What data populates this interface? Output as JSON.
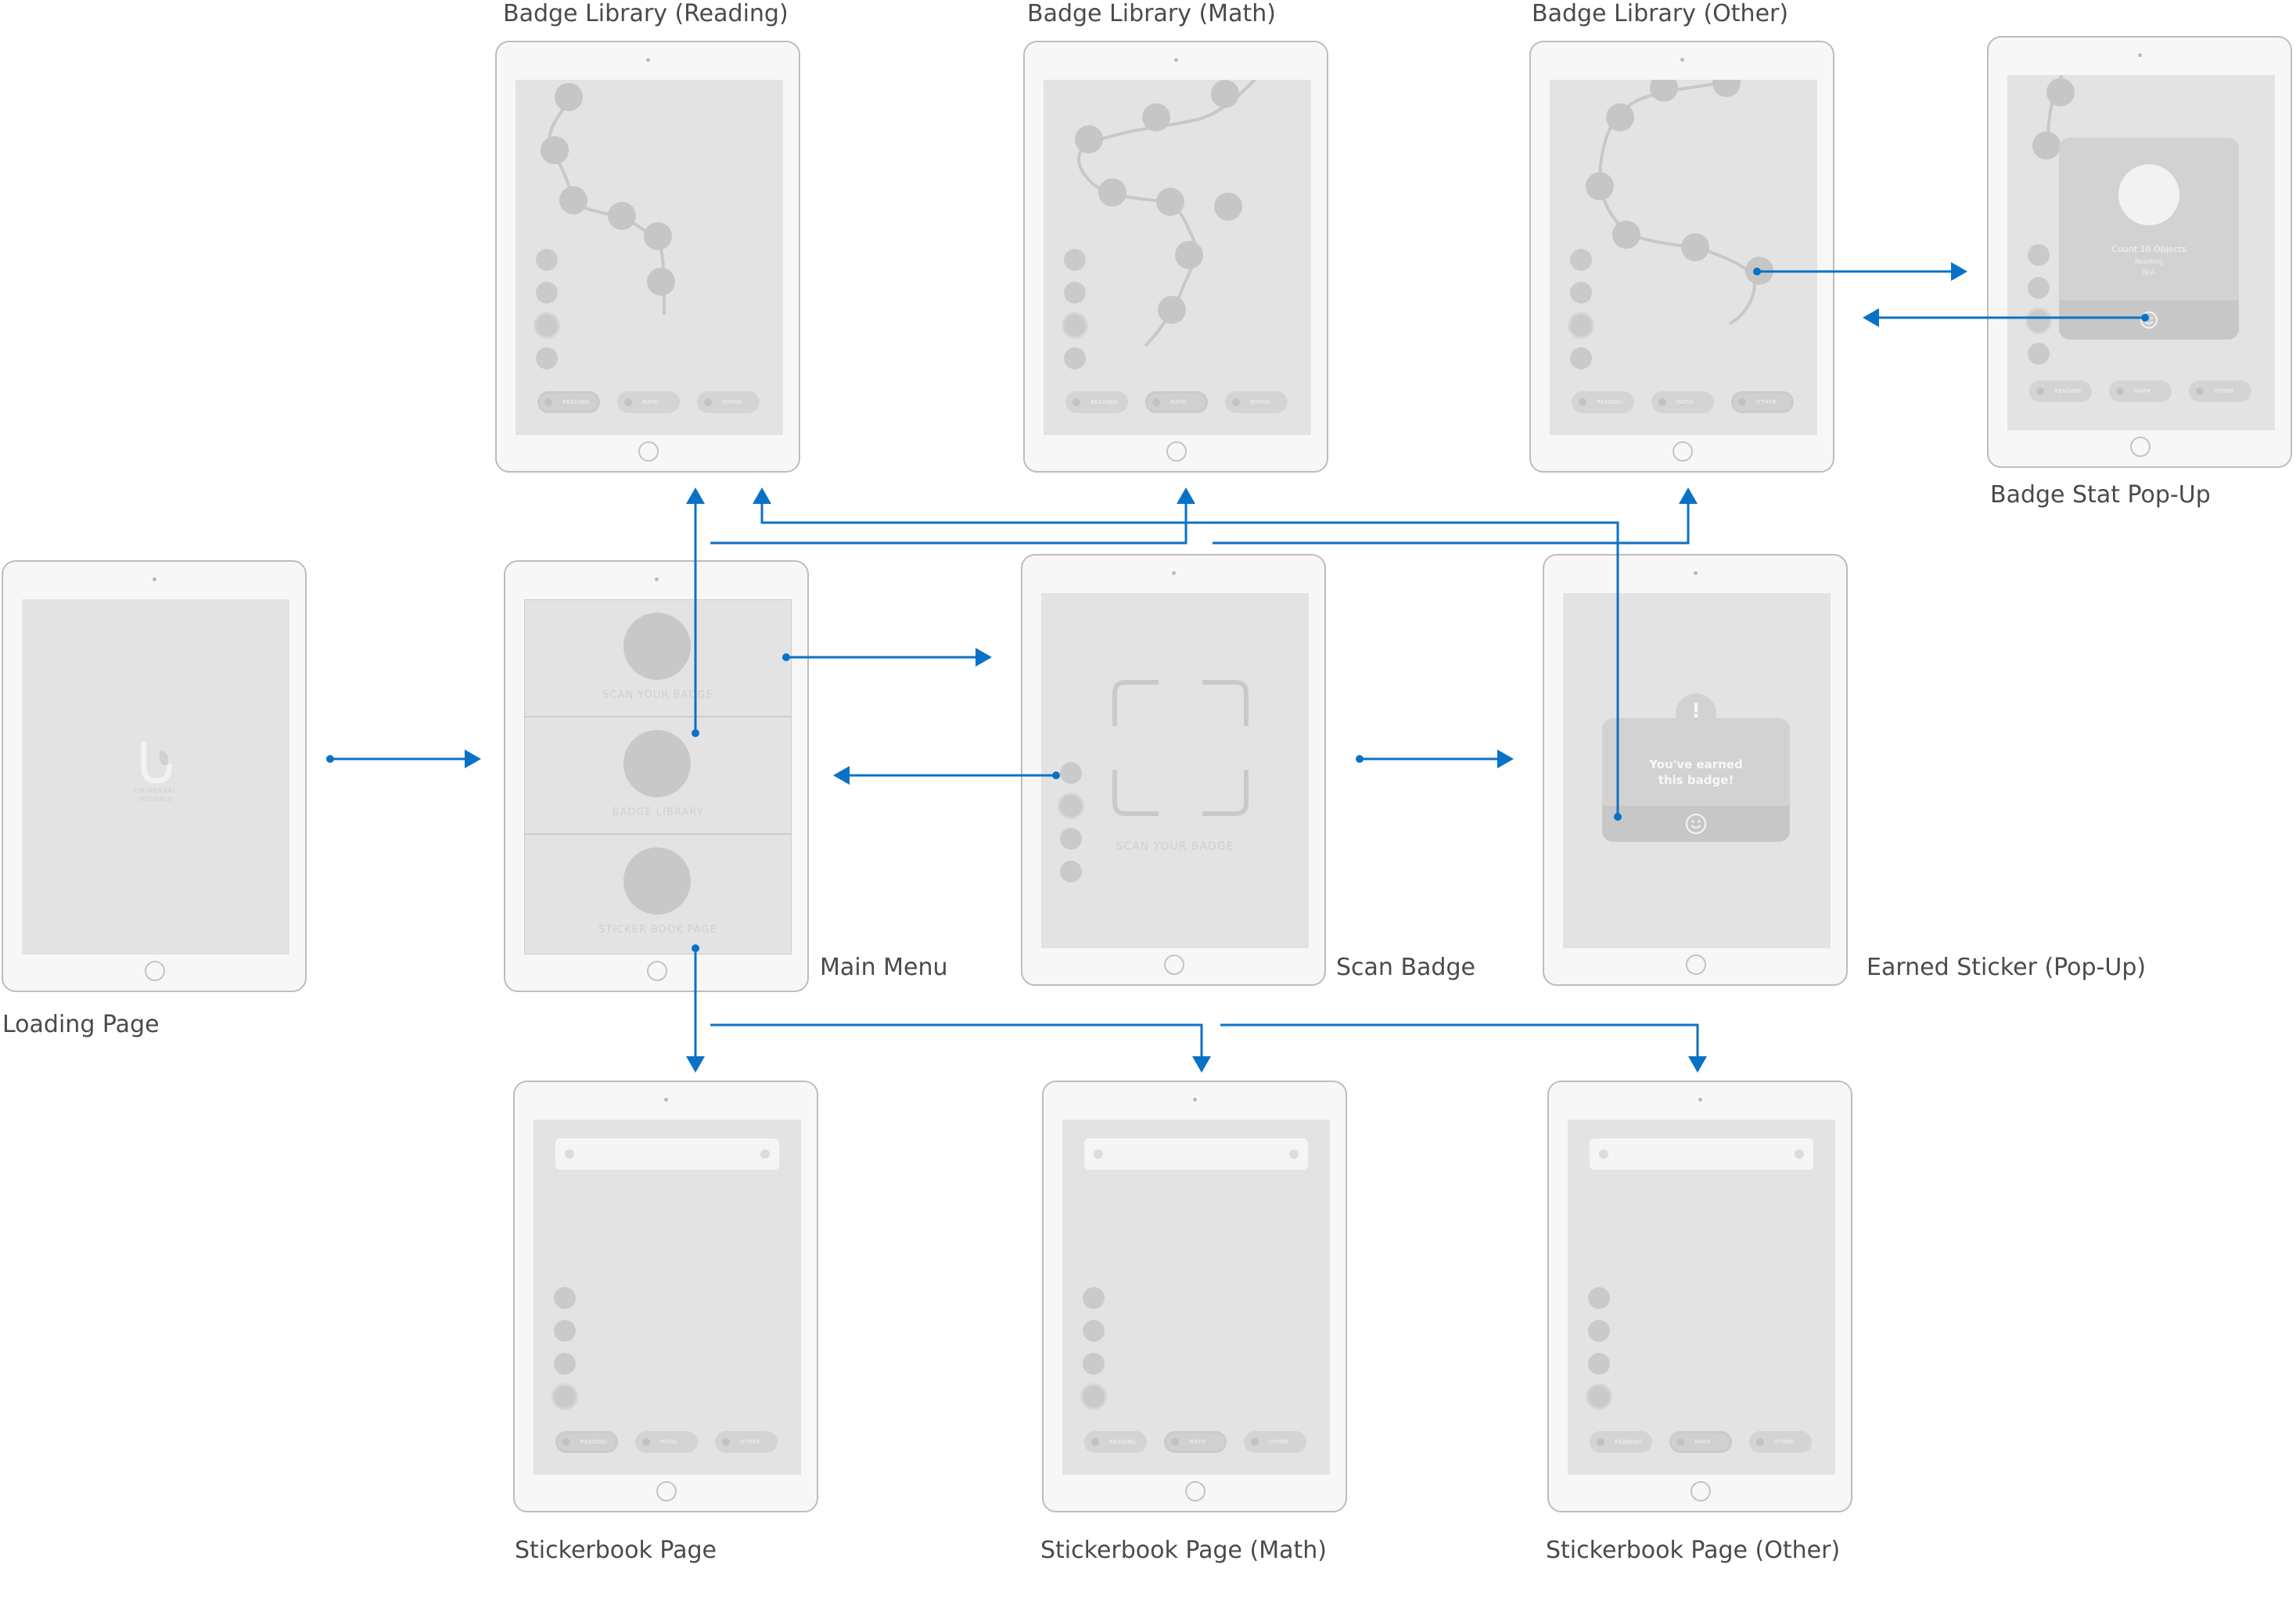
{
  "screens": {
    "badge_library_reading": {
      "caption": "Badge Library (Reading)",
      "tabs": [
        "READING",
        "MATH",
        "OTHER"
      ]
    },
    "badge_library_math": {
      "caption": "Badge Library (Math)",
      "tabs": [
        "READING",
        "MATH",
        "OTHER"
      ]
    },
    "badge_library_other": {
      "caption": "Badge Library (Other)",
      "tabs": [
        "READING",
        "MATH",
        "OTHER"
      ]
    },
    "badge_stat_popup": {
      "caption": "Badge Stat Pop-Up",
      "popup_title": "Count 10 Objects",
      "popup_line1": "Reading",
      "popup_line2": "N/A",
      "tabs": [
        "READING",
        "MATH",
        "OTHER"
      ]
    },
    "loading_page": {
      "caption": "Loading Page",
      "logo_line1": "UNIVERSAL",
      "logo_line2": "INSIGNIA"
    },
    "main_menu": {
      "caption": "Main Menu",
      "sections": [
        "SCAN YOUR BADGE",
        "BADGE LIBRARY",
        "STICKER BOOK PAGE"
      ]
    },
    "scan_badge": {
      "caption": "Scan Badge",
      "scan_label": "SCAN YOUR BADGE"
    },
    "earned_sticker": {
      "caption": "Earned Sticker (Pop-Up)",
      "alert_mark": "!",
      "message_line1": "You've earned",
      "message_line2": "this badge!"
    },
    "stickerbook_page": {
      "caption": "Stickerbook Page",
      "tabs": [
        "READING",
        "MATH",
        "OTHER"
      ]
    },
    "stickerbook_math": {
      "caption": "Stickerbook Page (Math)",
      "tabs": [
        "READING",
        "MATH",
        "OTHER"
      ]
    },
    "stickerbook_other": {
      "caption": "Stickerbook Page (Other)",
      "tabs": [
        "READING",
        "MATH",
        "OTHER"
      ]
    }
  },
  "colors": {
    "arrow": "#0a72c6",
    "device_border": "#bdbdbd",
    "screen_bg": "#e3e3e3",
    "caption_text": "#4a4a4a"
  }
}
